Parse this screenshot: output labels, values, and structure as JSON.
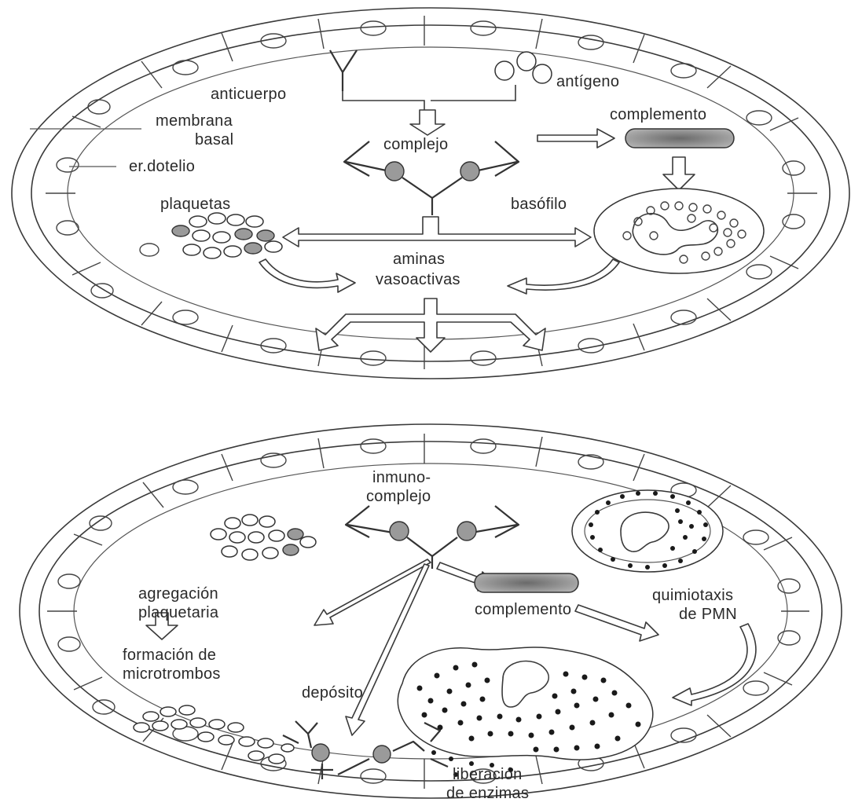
{
  "panel_top": {
    "labels": {
      "anticuerpo": "anticuerpo",
      "antigeno": "antígeno",
      "membrana": "membrana",
      "basal": "basal",
      "endotelio": "er.dotelio",
      "complejo": "complejo",
      "complemento": "complemento",
      "plaquetas": "plaquetas",
      "basofilo": "basófilo",
      "aminas": "aminas",
      "vasoactivas": "vasoactivas"
    }
  },
  "panel_bottom": {
    "labels": {
      "inmuno": "inmuno-",
      "complejo": "complejo",
      "agregacion": "agregación",
      "plaquetaria": "plaquetaria",
      "formacion": "formación de",
      "microtrombos": "microtrombos",
      "complemento": "complemento",
      "quimiotaxis": "quimiotaxis",
      "de_pmn": "de PMN",
      "deposito": "depósito",
      "liberacion": "liberación",
      "de_enzimas": "de enzimas"
    }
  }
}
